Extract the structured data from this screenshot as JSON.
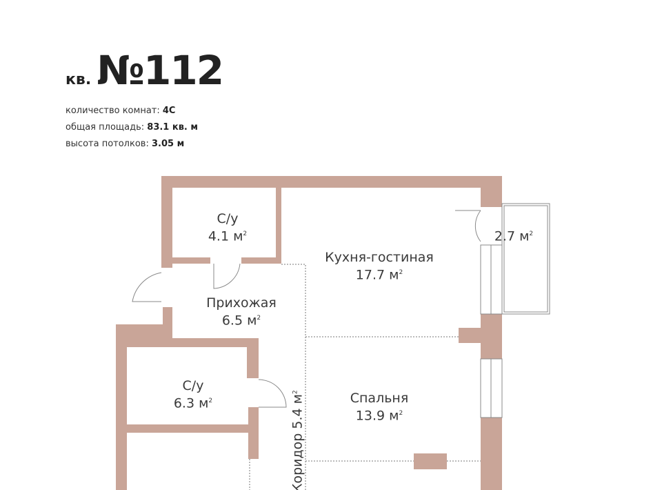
{
  "header": {
    "prefix": "кв.",
    "number": "№112"
  },
  "info": [
    {
      "label": "количество комнат:",
      "value": "4С"
    },
    {
      "label": "общая площадь:",
      "value": "83.1 кв. м"
    },
    {
      "label": "высота потолков:",
      "value": "3.05 м"
    }
  ],
  "rooms": [
    {
      "name": "С/у",
      "area": "4.1 м"
    },
    {
      "name": "Кухня-гостиная",
      "area": "17.7 м"
    },
    {
      "name": "",
      "area": "2.7 м"
    },
    {
      "name": "Прихожая",
      "area": "6.5 м"
    },
    {
      "name": "С/у",
      "area": "6.3 м"
    },
    {
      "name": "Спальня",
      "area": "13.9 м"
    },
    {
      "name": "Коридор",
      "area": "5.4 м"
    }
  ],
  "area_unit_power": "2",
  "colors": {
    "wall": "#c9a598",
    "line": "#888888"
  }
}
